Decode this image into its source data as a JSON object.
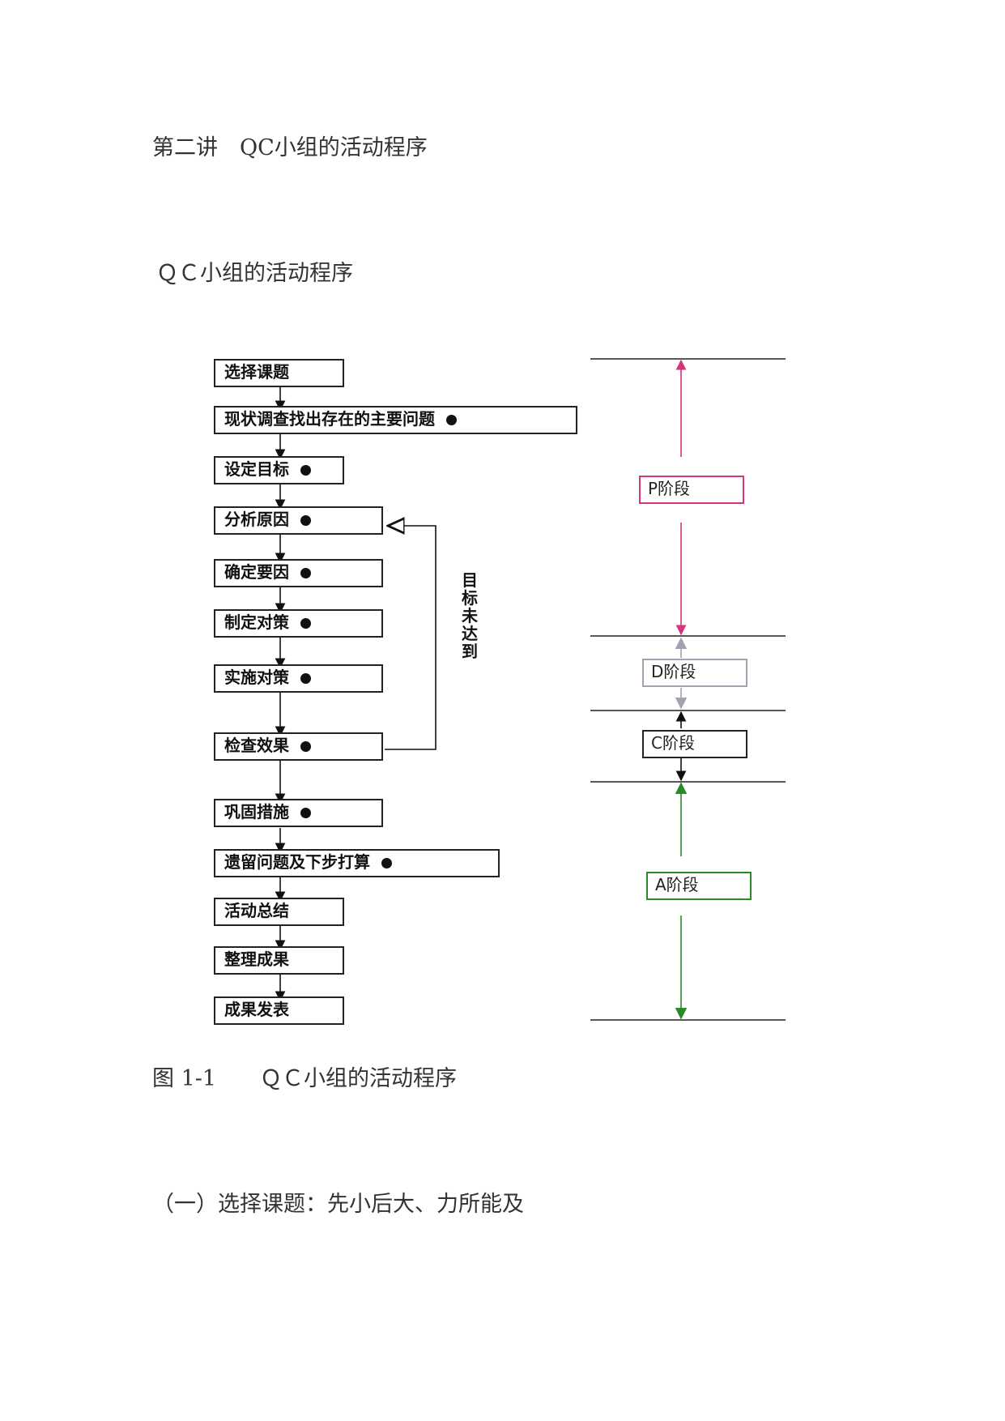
{
  "heading": "第二讲　QC小组的活动程序",
  "subheading": "ＱＣ小组的活动程序",
  "flowchart": {
    "steps": [
      {
        "label": "选择课题",
        "dot": false
      },
      {
        "label": "现状调查找出存在的主要问题",
        "dot": true
      },
      {
        "label": "设定目标",
        "dot": true
      },
      {
        "label": "分析原因",
        "dot": true
      },
      {
        "label": "确定要因",
        "dot": true
      },
      {
        "label": "制定对策",
        "dot": true
      },
      {
        "label": "实施对策",
        "dot": true
      },
      {
        "label": "检查效果",
        "dot": true
      },
      {
        "label": "巩固措施",
        "dot": true
      },
      {
        "label": "遗留问题及下步打算",
        "dot": true
      },
      {
        "label": "活动总结",
        "dot": false
      },
      {
        "label": "整理成果",
        "dot": false
      },
      {
        "label": "成果发表",
        "dot": false
      }
    ],
    "loop_label": "目标未达到",
    "stages": [
      {
        "label": "P阶段",
        "color": "#d6337a"
      },
      {
        "label": "D阶段",
        "color": "#a0a4b0"
      },
      {
        "label": "C阶段",
        "color": "#222222"
      },
      {
        "label": "A阶段",
        "color": "#2a8a2a"
      }
    ]
  },
  "caption": "图 1-1　　ＱＣ小组的活动程序",
  "section_title": "（一）选择课题：先小后大、力所能及"
}
